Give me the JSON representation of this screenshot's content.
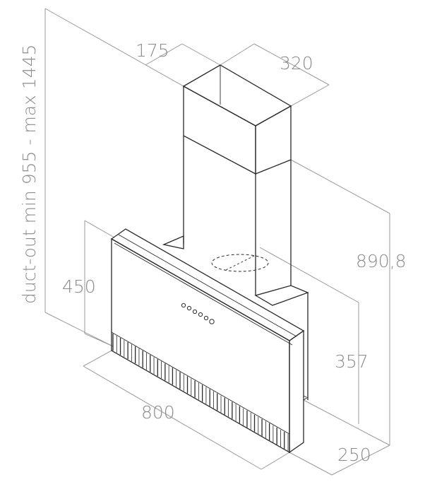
{
  "diagram": {
    "dimensions": {
      "chimney_depth": "175",
      "chimney_width": "320",
      "total_height": "890,8",
      "panel_height": "450",
      "body_depth": "357",
      "width": "800",
      "base_depth": "250",
      "duct_range": "duct-out min 955 - max 1445"
    },
    "colors": {
      "outline": "#2a2a2a",
      "dimension_line": "#9a9a9a",
      "dimension_text": "#8c8c8c",
      "background": "#ffffff"
    }
  }
}
